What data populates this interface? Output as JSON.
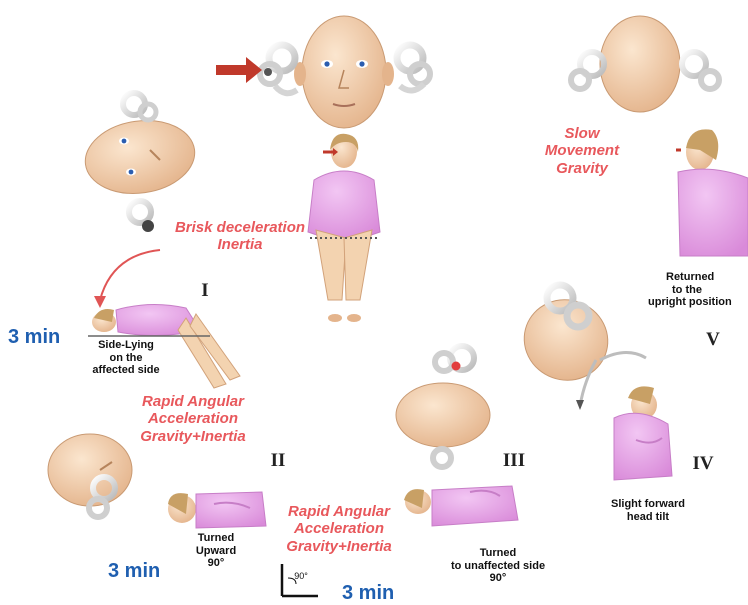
{
  "labels": {
    "brisk": [
      "Brisk deceleration",
      "Inertia"
    ],
    "slow": [
      "Slow",
      "Movement",
      "Gravity"
    ],
    "rapid_1": [
      "Rapid  Angular",
      "Acceleration",
      "Gravity+Inertia"
    ],
    "rapid_2": [
      "Rapid  Angular",
      "Acceleration",
      "Gravity+Inertia"
    ]
  },
  "steps": {
    "I": {
      "numeral": "I",
      "caption": [
        "Side-Lying",
        "on the",
        "affected side"
      ]
    },
    "II": {
      "numeral": "II",
      "caption": [
        "Turned",
        "Upward",
        "90°"
      ]
    },
    "III": {
      "numeral": "III",
      "caption": [
        "Turned",
        "to unaffected side",
        "90°"
      ]
    },
    "IV": {
      "numeral": "IV",
      "caption": [
        "Slight forward",
        "head tilt"
      ]
    },
    "V": {
      "numeral": "V",
      "caption": [
        "Returned",
        "to the",
        "upright position"
      ]
    }
  },
  "durations": {
    "d1": "3 min",
    "d2": "3 min",
    "d3": "3 min"
  },
  "angle_label": "90°",
  "colors": {
    "skin": "#f3d3b0",
    "gown": "#e7a7ea",
    "hair": "#c8a065",
    "arrow": "#c0392b",
    "label": "#e8585c",
    "duration": "#1f5fb0"
  }
}
